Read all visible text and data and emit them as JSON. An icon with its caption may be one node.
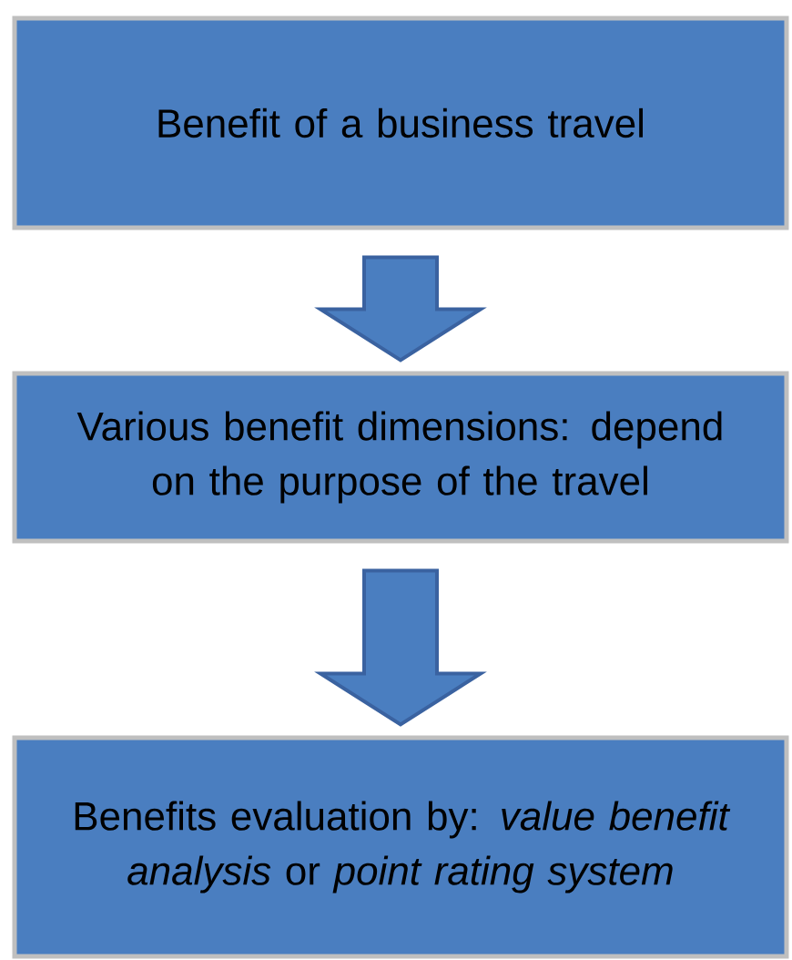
{
  "diagram": {
    "nodes": [
      {
        "text": [
          "Benefit of a business travel"
        ]
      },
      {
        "text": [
          "Various benefit dimensions: depend on the purpose of the travel"
        ]
      },
      {
        "text": [
          "Benefits evaluation by: *value benefit analysis* or *point rating system*"
        ]
      }
    ],
    "edges": [
      {
        "from": 0,
        "to": 1,
        "arrow": "to"
      },
      {
        "from": 1,
        "to": 2,
        "arrow": "to"
      }
    ]
  }
}
